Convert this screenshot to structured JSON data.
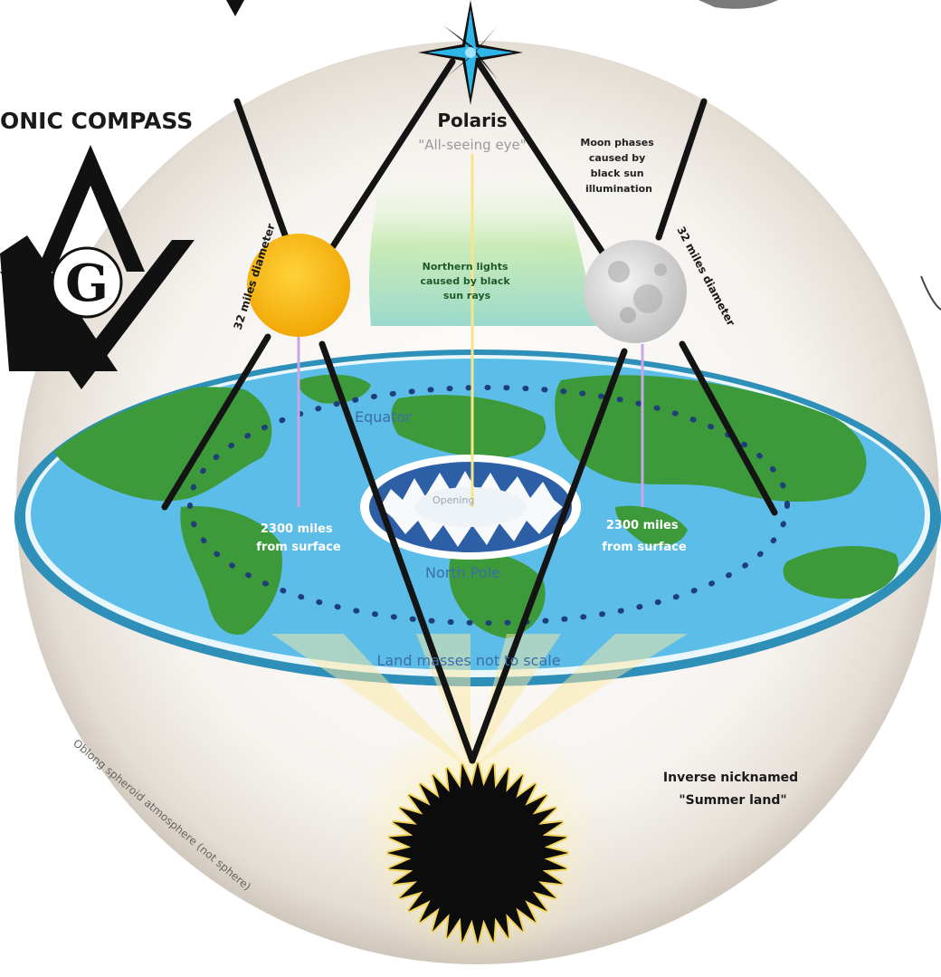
{
  "colors": {
    "ocean": "#5bbde8",
    "ocean_rim": "#2e8fb8",
    "land": "#3d9a3a",
    "sun": "#f7b90f",
    "moon": "#d9d9d9",
    "black_sun": "#0c0c0c",
    "black_sun_glow": "#f2d45c",
    "polaris": "#2fb6e8",
    "lines": "#141414",
    "globe_edge": "#d6cfc6"
  },
  "labels": {
    "compass_title": "ONIC COMPASS",
    "compass_letter": "G",
    "polaris_title": "Polaris",
    "polaris_subtitle": "\"All-seeing eye\"",
    "moon_phases": [
      "Moon phases",
      "caused by",
      "black sun",
      "illumination"
    ],
    "sun_diameter": "32 miles diameter",
    "moon_diameter": "32 miles diameter",
    "northern_lights": [
      "Northern lights",
      "caused by black",
      "sun rays"
    ],
    "equator": "Equator",
    "opening": "Opening",
    "north_pole": "North Pole",
    "sun_distance": [
      "2300 miles",
      "from surface"
    ],
    "moon_distance": [
      "2300 miles",
      "from surface"
    ],
    "land_note": "Land masses not to scale",
    "inverse": [
      "Inverse nicknamed",
      "\"Summer land\""
    ],
    "atmosphere": "Oblong spheroid atmosphere (not sphere)"
  }
}
